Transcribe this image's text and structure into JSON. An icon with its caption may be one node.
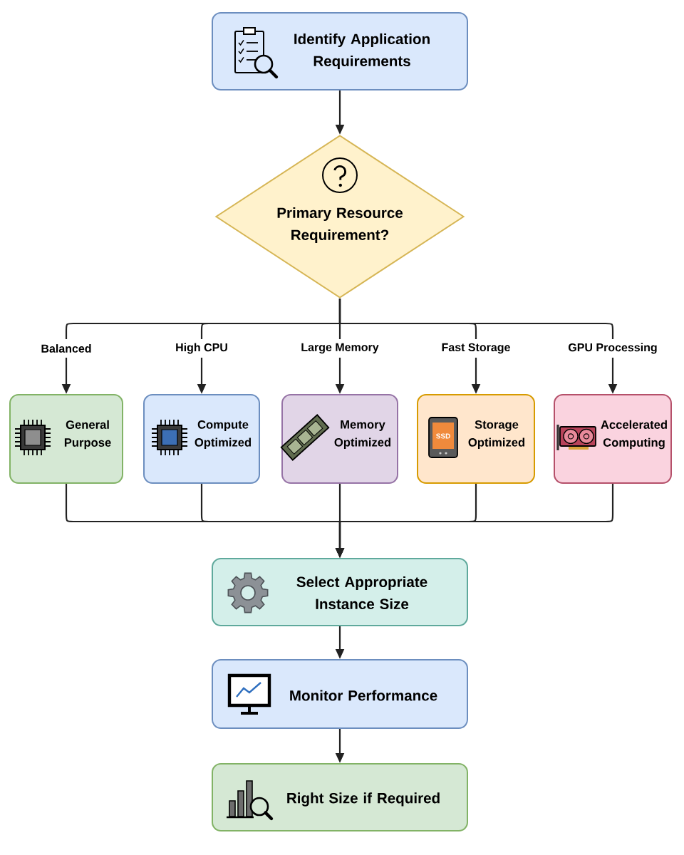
{
  "diagram": {
    "nodes": [
      {
        "text": [
          "Identify Application Requirements"
        ]
      },
      {
        "text": [
          "Primary Resource Requirement?"
        ]
      },
      {
        "text": [
          "General Purpose"
        ]
      },
      {
        "text": [
          "Compute Optimized"
        ]
      },
      {
        "text": [
          "Memory Optimized"
        ]
      },
      {
        "text": [
          "Storage Optimized"
        ]
      },
      {
        "text": [
          "Accelerated Computing"
        ]
      },
      {
        "text": [
          "Select Appropriate Instance Size"
        ]
      },
      {
        "text": [
          "Monitor Performance"
        ]
      },
      {
        "text": [
          "Right Size if Required"
        ]
      }
    ],
    "edges": [
      {
        "from": 0,
        "to": 1,
        "arrow": "to"
      },
      {
        "from": 1,
        "to": 2,
        "arrow": "to",
        "label": "Balanced"
      },
      {
        "from": 1,
        "to": 3,
        "arrow": "to",
        "label": "High CPU"
      },
      {
        "from": 1,
        "to": 4,
        "arrow": "to",
        "label": "Large Memory"
      },
      {
        "from": 1,
        "to": 5,
        "arrow": "to",
        "label": "Fast Storage"
      },
      {
        "from": 1,
        "to": 6,
        "arrow": "to",
        "label": "GPU Processing"
      },
      {
        "from": 2,
        "to": 7,
        "arrow": "to"
      },
      {
        "from": 3,
        "to": 7,
        "arrow": "to"
      },
      {
        "from": 4,
        "to": 7,
        "arrow": "to"
      },
      {
        "from": 5,
        "to": 7,
        "arrow": "to"
      },
      {
        "from": 6,
        "to": 7,
        "arrow": "to"
      },
      {
        "from": 7,
        "to": 8,
        "arrow": "to"
      },
      {
        "from": 8,
        "to": 9,
        "arrow": "to"
      }
    ],
    "labels": [
      "SSD"
    ]
  }
}
